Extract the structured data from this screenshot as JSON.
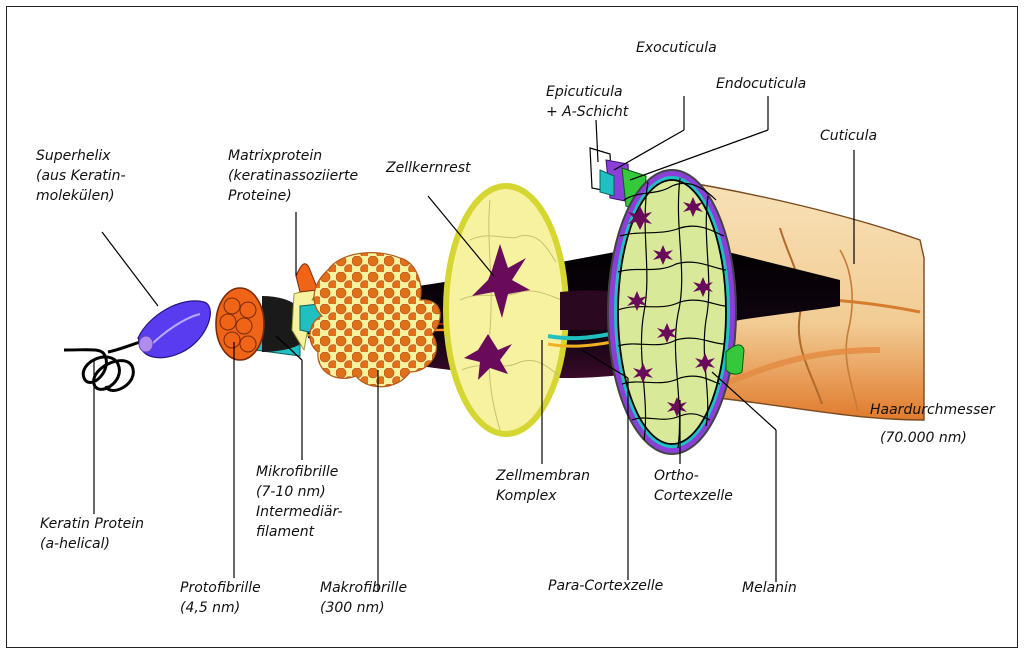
{
  "diagram": {
    "colors": {
      "outline": "#000000",
      "keratin_blue": "#5a3cf0",
      "protofibril_orange": "#f06418",
      "macrofibril_orange": "#e8701e",
      "matrix_yellow": "#f6f2a0",
      "cortex_yellow": "#e6e84a",
      "cortex_cell_green": "#d8ea9a",
      "pigment_purple": "#6a0a5a",
      "cuticle_tan": "#f6d8a4",
      "cuticle_shadow": "#e08838",
      "exocuticle_purple": "#8a40d8",
      "endocuticle_green": "#34c83a",
      "cyan": "#20c0c0"
    },
    "labels": {
      "superhelix": "Superhelix\n(aus Keratin-\nmolekülen)",
      "matrixprotein": "Matrixprotein\n(keratinassoziierte\nProteine)",
      "zellkernrest": "Zellkernrest",
      "epicuticula": "Epicuticula\n+ A-Schicht",
      "exocuticula": "Exocuticula",
      "endocuticula": "Endocuticula",
      "cuticula": "Cuticula",
      "keratin_protein": "Keratin Protein\n(a-helical)",
      "protofibrille": "Protofibrille\n(4,5 nm)",
      "mikrofibrille": "Mikrofibrille\n(7-10 nm)\nIntermediär-\nfilament",
      "makrofibrille": "Makrofibrille\n(300 nm)",
      "zellmembran": "Zellmembran\nKomplex",
      "para_cortexzelle": "Para-Cortexzelle",
      "ortho_cortexzelle": "Ortho-\nCortexzelle",
      "melanin": "Melanin",
      "haardurchmesser": "Haardurchmesser",
      "haardurchmesser_value": "(70.000 nm)"
    }
  }
}
